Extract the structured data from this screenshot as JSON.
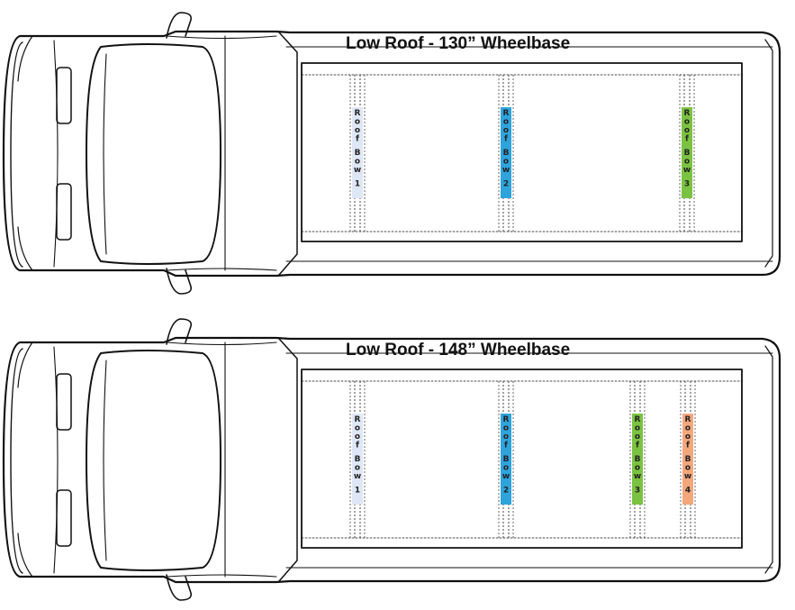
{
  "diagrams": [
    {
      "title": "Low Roof - 130” Wheelbase",
      "bows": [
        {
          "label": "Roof Bow 1",
          "color": "#dfe7f6"
        },
        {
          "label": "Roof Bow 2",
          "color": "#2fa4dc"
        },
        {
          "label": "Roof Bow 3",
          "color": "#7cc242"
        }
      ]
    },
    {
      "title": "Low Roof - 148” Wheelbase",
      "bows": [
        {
          "label": "Roof Bow 1",
          "color": "#dfe7f6"
        },
        {
          "label": "Roof Bow 2",
          "color": "#2fa4dc"
        },
        {
          "label": "Roof Bow 3",
          "color": "#7cc242"
        },
        {
          "label": "Roof Bow 4",
          "color": "#f5a77c"
        }
      ]
    }
  ]
}
